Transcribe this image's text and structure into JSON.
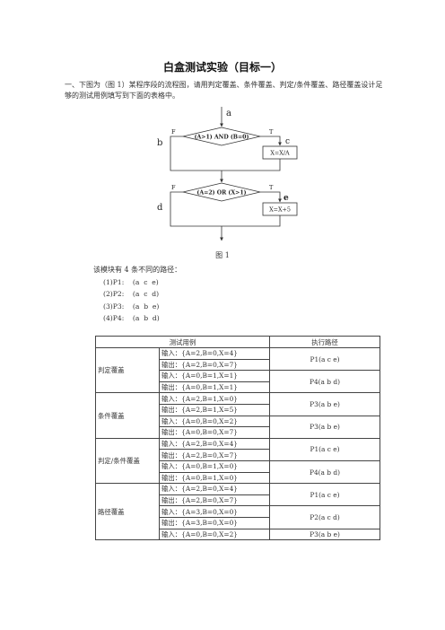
{
  "title": "白盒测试实验（目标一）",
  "intro": "一、下图为（图 1）某程序段的流程图，请用判定覆盖、条件覆盖、判定/条件覆盖、路径覆盖设计足够的测试用例填写到下面的表格中。",
  "flowchart": {
    "label_a": "a",
    "label_b": "b",
    "label_c": "c",
    "label_d": "d",
    "label_e": "e",
    "decision1": "(A>1) AND (B=0)",
    "decision2": "(A=2) OR (X>1)",
    "box1": "X=X/A",
    "box2": "X=X+5",
    "false_label": "F",
    "true_label": "T"
  },
  "caption": "图 1",
  "paths_intro": "该模块有 4 条不同的路径：",
  "paths": [
    "(1)P1:    (a  c  e)",
    "(2)P2:    (a  c  d)",
    "(3)P3:    (a  b  e)",
    "(4)P4:    (a  b  d)"
  ],
  "table": {
    "header_cases": "测试用例",
    "header_path": "执行路径",
    "groups": [
      {
        "category": "判定覆盖",
        "cases": [
          {
            "input": "输入：{A=2,B=0,X=4}",
            "output": "输出：{A=2,B=0,X=7}",
            "path": "P1(a  c  e)"
          },
          {
            "input": "输入：{A=0,B=1,X=1}",
            "output": "输出：{A=0,B=1,X=1}",
            "path": "P4(a  b  d)"
          }
        ]
      },
      {
        "category": "条件覆盖",
        "cases": [
          {
            "input": "输入：{A=2,B=1,X=0}",
            "output": "输出：{A=2,B=1,X=5}",
            "path": "P3(a  b  e)"
          },
          {
            "input": "输入：{A=0,B=0,X=2}",
            "output": "输出：{A=0,B=0,X=7}",
            "path": "P3(a  b  e)"
          }
        ]
      },
      {
        "category": "判定/条件覆盖",
        "cases": [
          {
            "input": "输入：{A=2,B=0,X=4}",
            "output": "输出：{A=2,B=0,X=7}",
            "path": "P1(a  c  e)"
          },
          {
            "input": "输入：{A=0,B=1,X=0}",
            "output": "输出：{A=0,B=1,X=0}",
            "path": "P4(a  b  d)"
          }
        ]
      },
      {
        "category": "路径覆盖",
        "cases": [
          {
            "input": "输入：{A=2,B=0,X=4}",
            "output": "输出：{A=2,B=0,X=7}",
            "path": "P1(a  c  e)"
          },
          {
            "input": "输入：{A=3,B=0,X=0}",
            "output": "输出：{A=3,B=0,X=0}",
            "path": "P2(a  c  d)"
          },
          {
            "input": "输入：{A=0,B=0,X=2}",
            "output": "",
            "path": "P3(a  b  e)"
          }
        ]
      }
    ]
  }
}
